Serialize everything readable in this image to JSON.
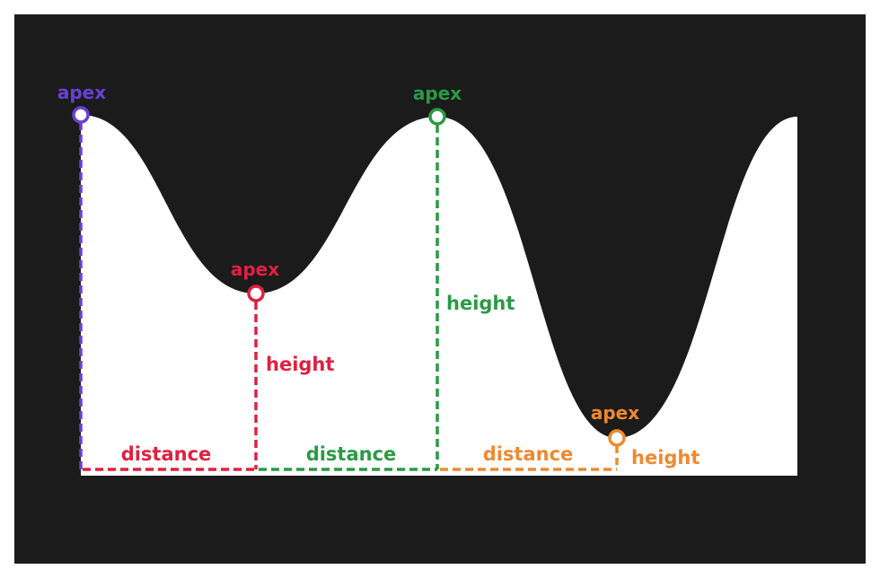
{
  "diagram": {
    "colors": {
      "background": "#1b1b1b",
      "area": "#ffffff",
      "purple": "#6a3fd6",
      "red": "#e02040",
      "green": "#2a9a46",
      "orange": "#ee8a2e"
    },
    "labels": {
      "apex_purple": "apex",
      "apex_red": "apex",
      "apex_green": "apex",
      "apex_orange": "apex",
      "height_red": "height",
      "height_green": "height",
      "height_orange": "height",
      "distance_red": "distance",
      "distance_green": "distance",
      "distance_orange": "distance"
    }
  }
}
